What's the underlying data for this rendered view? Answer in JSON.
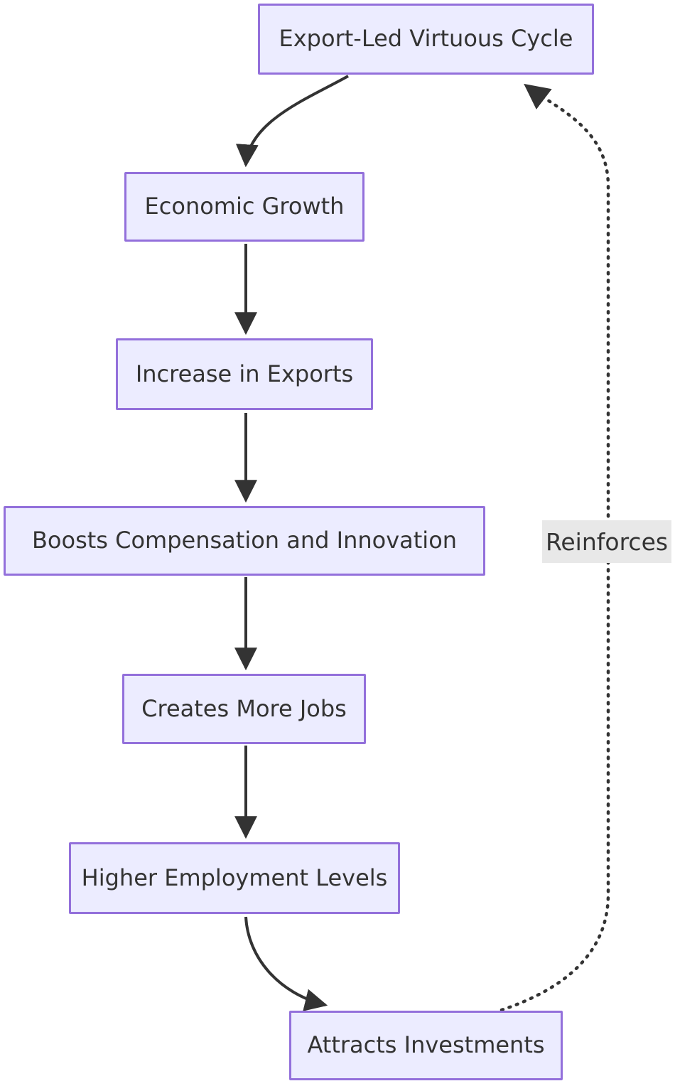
{
  "diagram": {
    "type": "flowchart",
    "direction": "top-down",
    "colors": {
      "background": "#ffffff",
      "node_fill": "#ECECFF",
      "node_border": "#9370DB",
      "node_text": "#333333",
      "edge_stroke": "#333333",
      "edge_label_bg": "#e8e8e8"
    },
    "nodes": [
      {
        "label": "Export-Led Virtuous Cycle"
      },
      {
        "label": "Economic Growth"
      },
      {
        "label": "Increase in Exports"
      },
      {
        "label": "Boosts Compensation and Innovation"
      },
      {
        "label": "Creates More Jobs"
      },
      {
        "label": "Higher Employment Levels"
      },
      {
        "label": "Attracts Investments"
      }
    ],
    "edges": [
      {
        "from": "Export-Led Virtuous Cycle",
        "to": "Economic Growth",
        "style": "solid",
        "label": ""
      },
      {
        "from": "Economic Growth",
        "to": "Increase in Exports",
        "style": "solid",
        "label": ""
      },
      {
        "from": "Increase in Exports",
        "to": "Boosts Compensation and Innovation",
        "style": "solid",
        "label": ""
      },
      {
        "from": "Boosts Compensation and Innovation",
        "to": "Creates More Jobs",
        "style": "solid",
        "label": ""
      },
      {
        "from": "Creates More Jobs",
        "to": "Higher Employment Levels",
        "style": "solid",
        "label": ""
      },
      {
        "from": "Higher Employment Levels",
        "to": "Attracts Investments",
        "style": "solid",
        "label": ""
      },
      {
        "from": "Attracts Investments",
        "to": "Export-Led Virtuous Cycle",
        "style": "dotted",
        "label": "Reinforces"
      }
    ]
  }
}
